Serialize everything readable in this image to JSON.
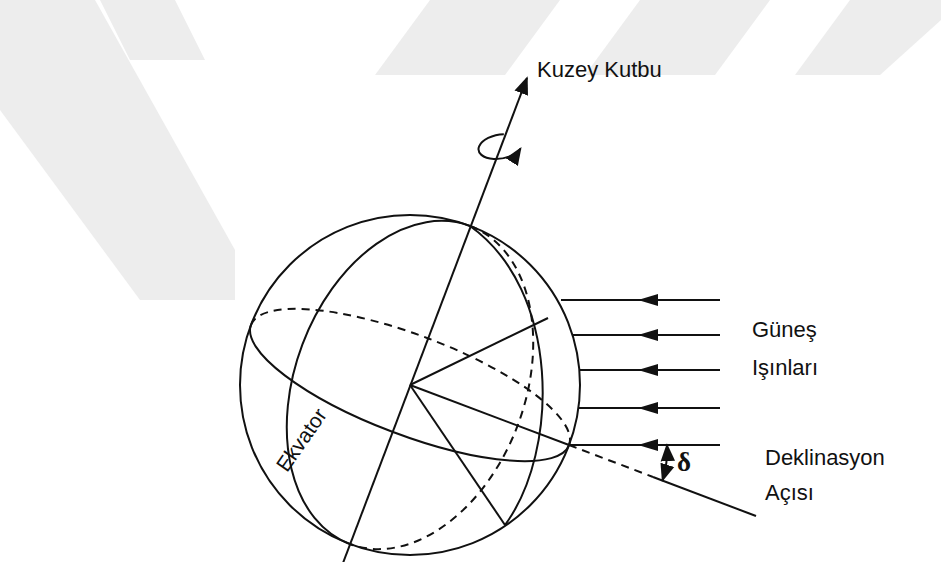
{
  "diagram": {
    "labels": [
      "Kuzey Kutbu",
      "Güneş Işınları",
      "Deklinasyon Açısı",
      "δ",
      "Ekvator"
    ]
  }
}
